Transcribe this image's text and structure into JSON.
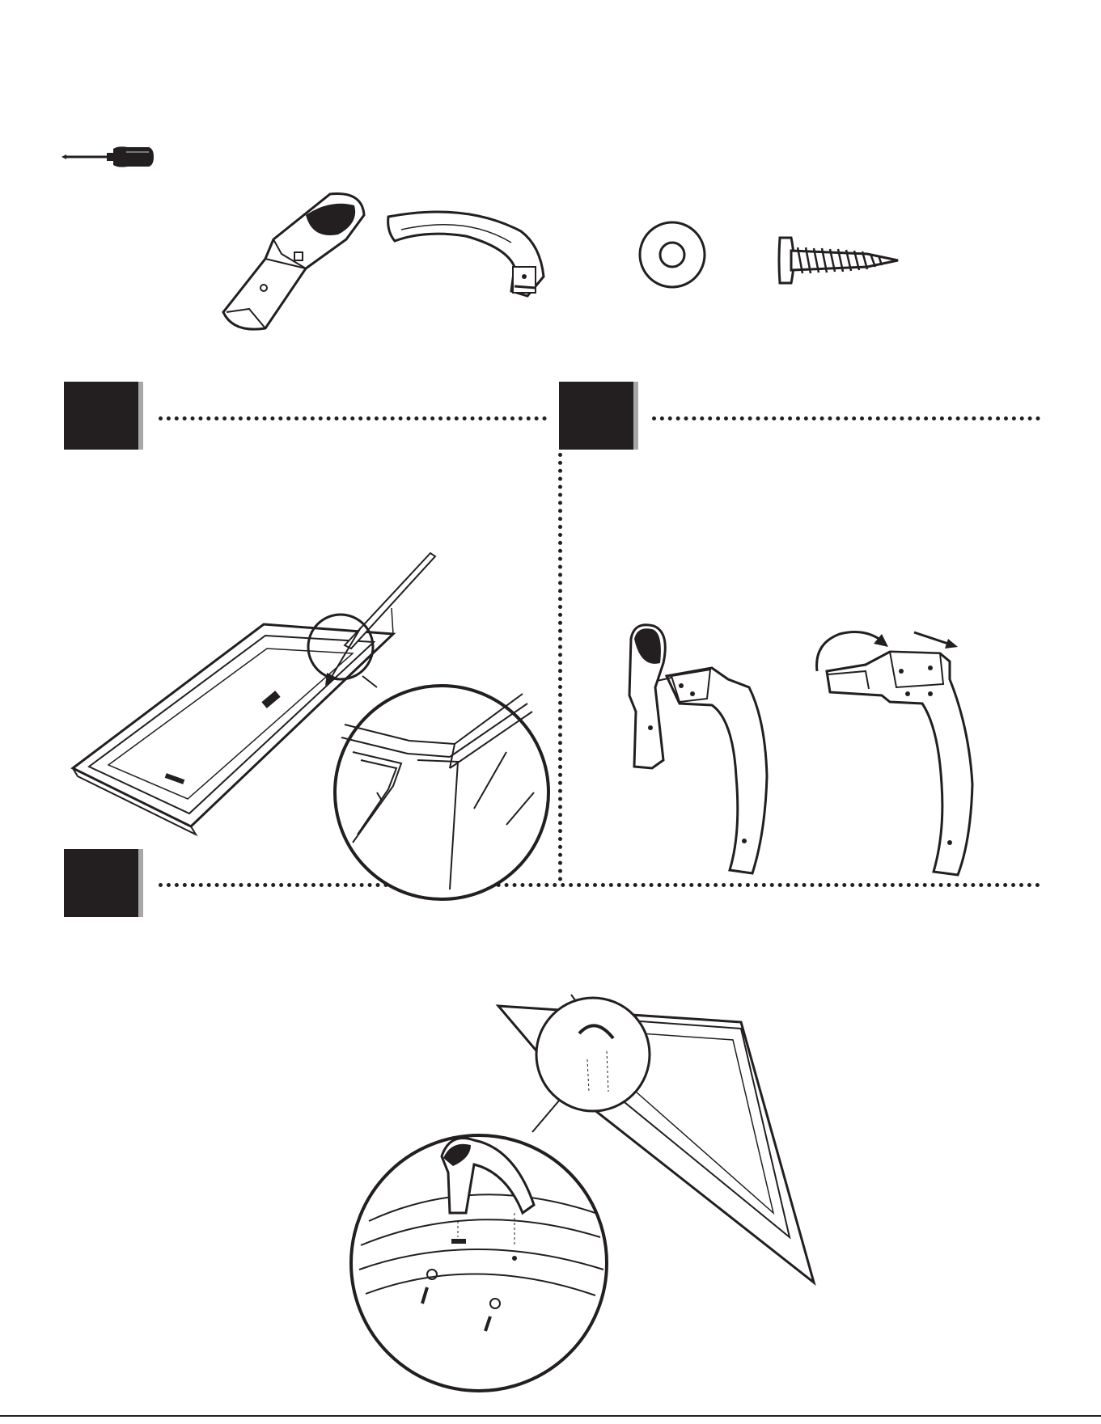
{
  "document": {
    "tool": {
      "icon": "screwdriver-icon"
    },
    "parts": [
      {
        "name": "handle-lever-part",
        "icon": "handle-lever-icon"
      },
      {
        "name": "handle-arc-part",
        "icon": "handle-arc-icon"
      },
      {
        "name": "washer-part",
        "icon": "washer-icon"
      },
      {
        "name": "screw-part",
        "icon": "screw-icon"
      }
    ],
    "steps": [
      {
        "id": "step-a",
        "label": ""
      },
      {
        "id": "step-b",
        "label": ""
      },
      {
        "id": "step-c",
        "label": ""
      }
    ],
    "colors": {
      "ink": "#231f20",
      "shadow": "#a7a7a7",
      "paper": "#ffffff"
    }
  }
}
